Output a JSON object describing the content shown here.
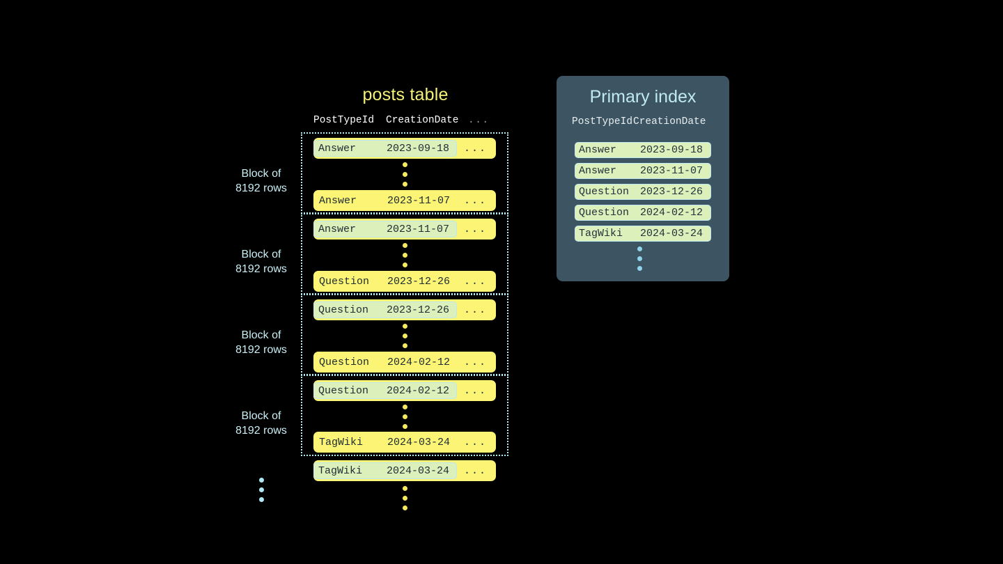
{
  "posts_table": {
    "title": "posts table",
    "columns": [
      "PostTypeId",
      "CreationDate",
      "..."
    ],
    "blocks": [
      {
        "label_line1": "Block of",
        "label_line2": "8192 rows",
        "first_row": {
          "post_type_id": "Answer",
          "creation_date": "2023-09-18",
          "more": "...",
          "highlighted": true
        },
        "last_row": {
          "post_type_id": "Answer",
          "creation_date": "2023-11-07",
          "more": "...",
          "highlighted": false
        }
      },
      {
        "label_line1": "Block of",
        "label_line2": "8192 rows",
        "first_row": {
          "post_type_id": "Answer",
          "creation_date": "2023-11-07",
          "more": "...",
          "highlighted": true
        },
        "last_row": {
          "post_type_id": "Question",
          "creation_date": "2023-12-26",
          "more": "...",
          "highlighted": false
        }
      },
      {
        "label_line1": "Block of",
        "label_line2": "8192 rows",
        "first_row": {
          "post_type_id": "Question",
          "creation_date": "2023-12-26",
          "more": "...",
          "highlighted": true
        },
        "last_row": {
          "post_type_id": "Question",
          "creation_date": "2024-02-12",
          "more": "...",
          "highlighted": false
        }
      },
      {
        "label_line1": "Block of",
        "label_line2": "8192 rows",
        "first_row": {
          "post_type_id": "Question",
          "creation_date": "2024-02-12",
          "more": "...",
          "highlighted": true
        },
        "last_row": {
          "post_type_id": "TagWiki",
          "creation_date": "2024-03-24",
          "more": "...",
          "highlighted": false
        }
      }
    ],
    "trailing_row": {
      "post_type_id": "TagWiki",
      "creation_date": "2024-03-24",
      "more": "...",
      "highlighted": true
    }
  },
  "primary_index": {
    "title": "Primary index",
    "columns": [
      "PostTypeId",
      "CreationDate"
    ],
    "rows": [
      {
        "post_type_id": "Answer",
        "creation_date": "2023-09-18"
      },
      {
        "post_type_id": "Answer",
        "creation_date": "2023-11-07"
      },
      {
        "post_type_id": "Question",
        "creation_date": "2023-12-26"
      },
      {
        "post_type_id": "Question",
        "creation_date": "2024-02-12"
      },
      {
        "post_type_id": "TagWiki",
        "creation_date": "2024-03-24"
      }
    ]
  },
  "colors": {
    "background": "#000000",
    "row_yellow": "#fbf474",
    "highlight_green": "#dcf0bc",
    "accent_cyan": "#bfe9f3",
    "panel_slate": "#3d5562",
    "title_yellow": "#f5f07a"
  }
}
